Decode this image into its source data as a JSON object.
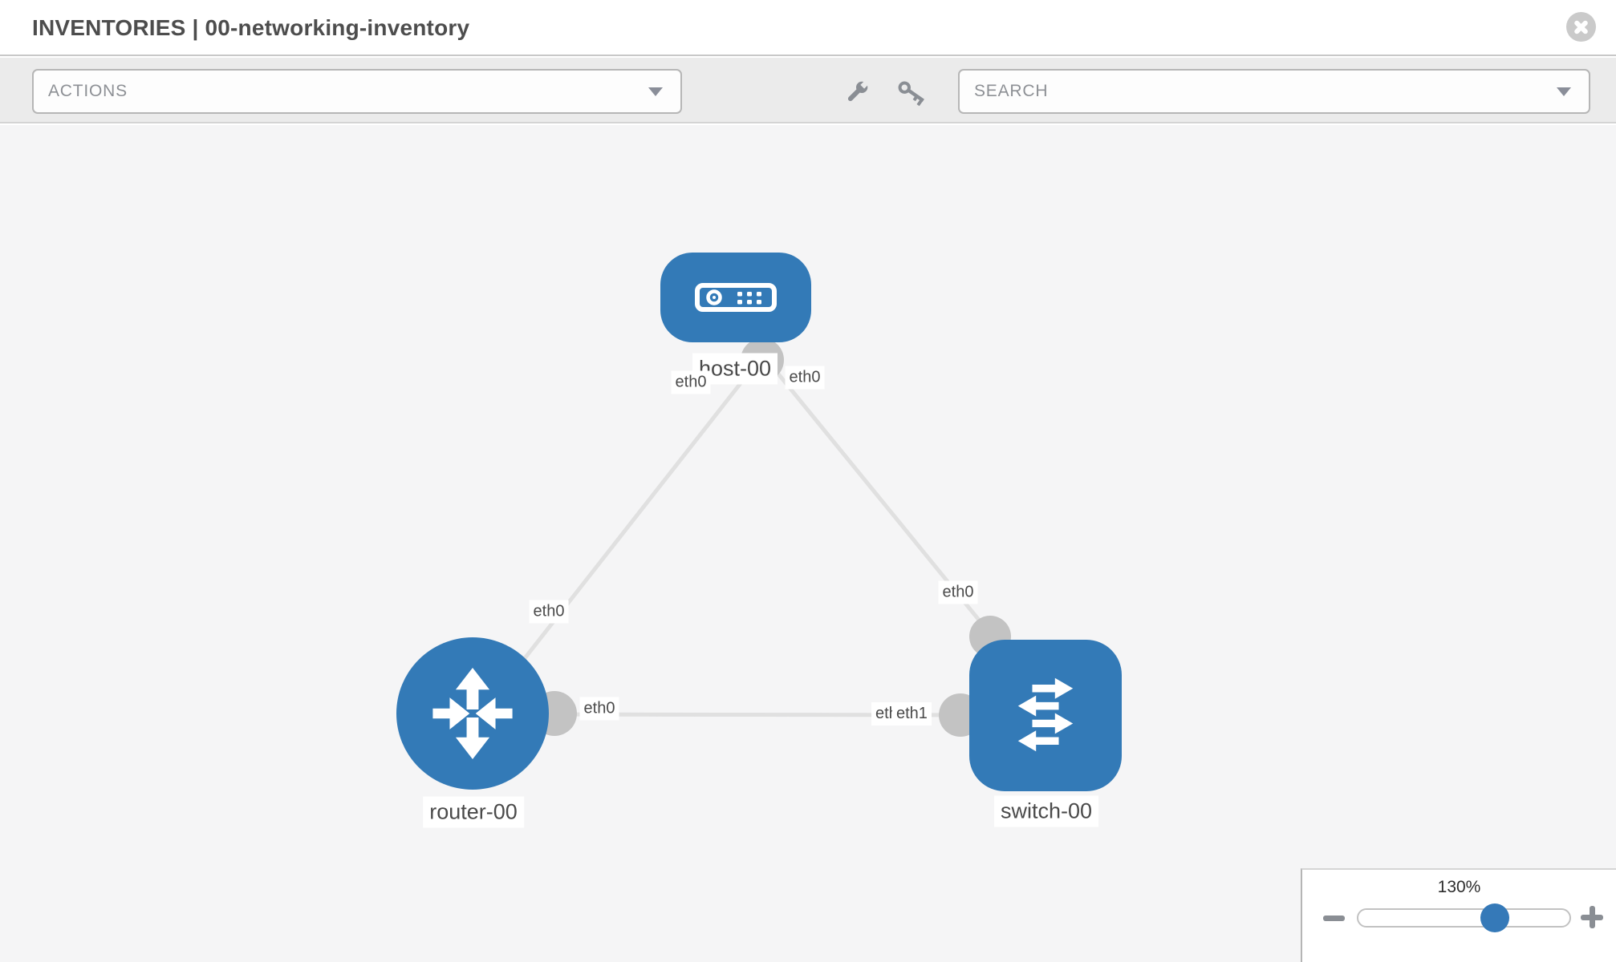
{
  "header": {
    "title": "INVENTORIES | 00-networking-inventory"
  },
  "toolbar": {
    "actions": {
      "placeholder": "ACTIONS"
    },
    "search": {
      "placeholder": "SEARCH"
    },
    "icons": [
      "wrench-icon",
      "key-icon"
    ]
  },
  "topology": {
    "nodes": [
      {
        "id": "host-00",
        "type": "host",
        "label": "host-00"
      },
      {
        "id": "router-00",
        "type": "router",
        "label": "router-00"
      },
      {
        "id": "switch-00",
        "type": "switch",
        "label": "switch-00"
      }
    ],
    "links": [
      {
        "from": "host-00",
        "to": "router-00",
        "from_interface": "eth0",
        "to_interface": "eth0"
      },
      {
        "from": "host-00",
        "to": "switch-00",
        "from_interface": "eth0",
        "to_interface": "eth0"
      },
      {
        "from": "router-00",
        "to": "switch-00",
        "from_interface": "eth0",
        "to_interface": "eth1",
        "to_interface_overlapped": "eth0"
      }
    ]
  },
  "zoom_control": {
    "level": "130%"
  },
  "colors": {
    "node_blue": "#337ab7",
    "link_gray": "#e0e0e0",
    "port_gray": "#c3c3c3",
    "icon_gray": "#8a8e94",
    "canvas_bg": "#f5f5f6",
    "toolbar_bg": "#ebebeb"
  }
}
